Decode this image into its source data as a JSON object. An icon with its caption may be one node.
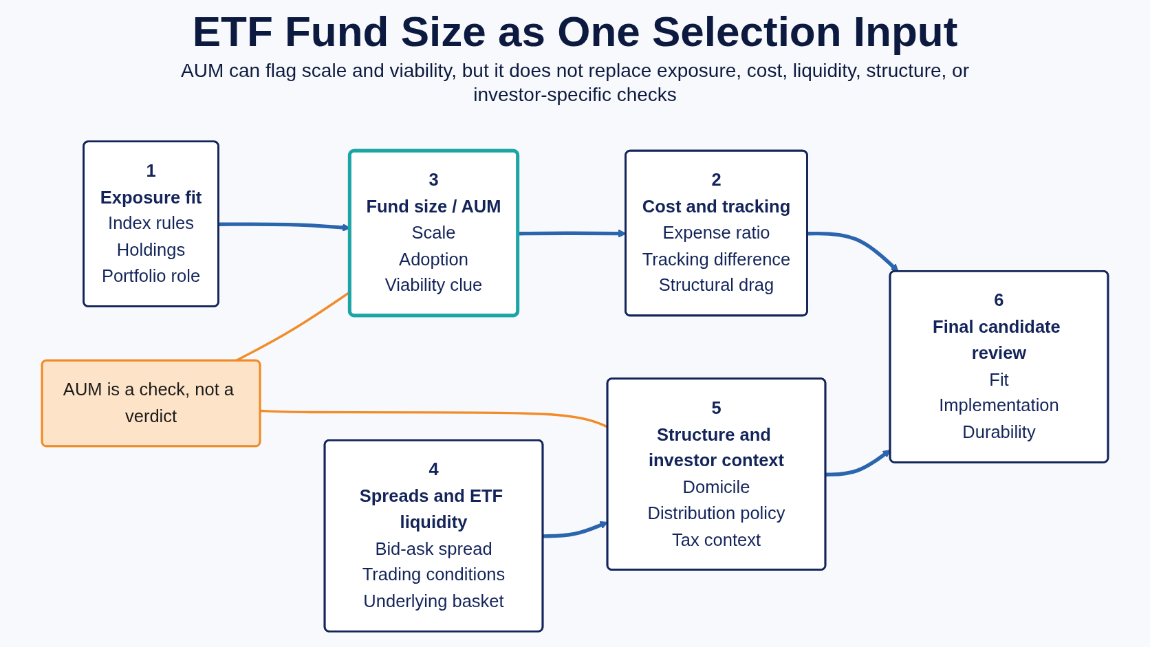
{
  "diagram": {
    "title": "ETF Fund Size as One Selection Input",
    "nodes": [
      {
        "text": [
          "1",
          "Exposure fit",
          "Index rules",
          "Holdings",
          "Portfolio role"
        ]
      },
      {
        "text": [
          "3",
          "Fund size / AUM",
          "Scale",
          "Adoption",
          "Viability clue"
        ]
      },
      {
        "text": [
          "2",
          "Cost and tracking",
          "Expense ratio",
          "Tracking difference",
          "Structural drag"
        ]
      },
      {
        "text": [
          "AUM is a check, not a verdict"
        ]
      },
      {
        "text": [
          "4",
          "Spreads and ETF liquidity",
          "Bid-ask spread",
          "Trading conditions",
          "Underlying basket"
        ]
      },
      {
        "text": [
          "5",
          "Structure and investor context",
          "Domicile",
          "Distribution policy",
          "Tax context"
        ]
      },
      {
        "text": [
          "6",
          "Final candidate review",
          "Fit",
          "Implementation",
          "Durability"
        ]
      }
    ],
    "edges": [
      {
        "from": 0,
        "to": 1,
        "arrow": "to"
      },
      {
        "from": 1,
        "to": 2,
        "arrow": "to"
      },
      {
        "from": 2,
        "to": 6,
        "arrow": "to"
      },
      {
        "from": 3,
        "to": 1,
        "arrow": "none",
        "color": "#f28c28"
      },
      {
        "from": 3,
        "to": 5,
        "arrow": "none",
        "color": "#f28c28"
      },
      {
        "from": 4,
        "to": 5,
        "arrow": "to"
      },
      {
        "from": 5,
        "to": 6,
        "arrow": "to"
      }
    ],
    "labels": [
      "AUM can flag scale and viability, but it does not replace exposure, cost, liquidity, structure, or investor-specific checks"
    ]
  }
}
